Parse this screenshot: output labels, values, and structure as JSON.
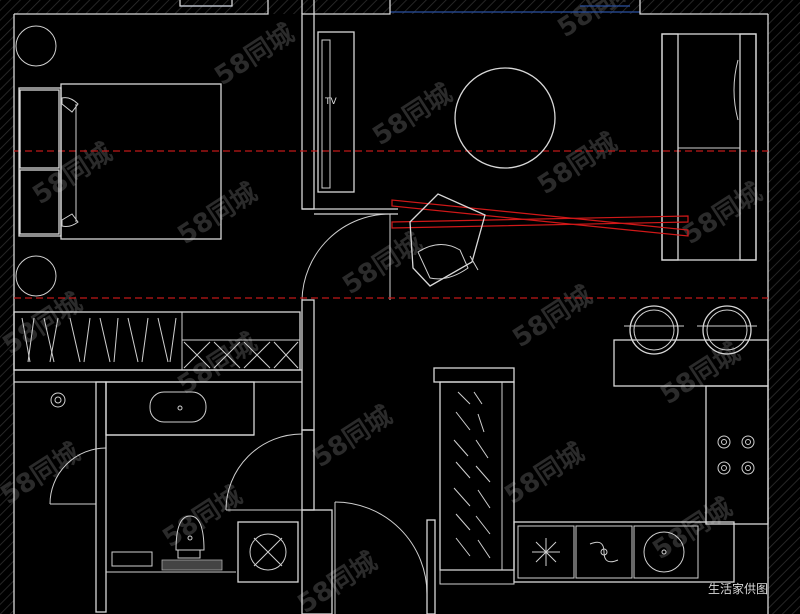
{
  "labels": {
    "tv": "TV"
  },
  "watermark": {
    "text": "58同城"
  },
  "credit": {
    "text": "生活家供图"
  },
  "colors": {
    "background": "#000000",
    "lines": "#d8d8d8",
    "accent_red": "#d01818",
    "window_blue": "#2a4fa0"
  }
}
